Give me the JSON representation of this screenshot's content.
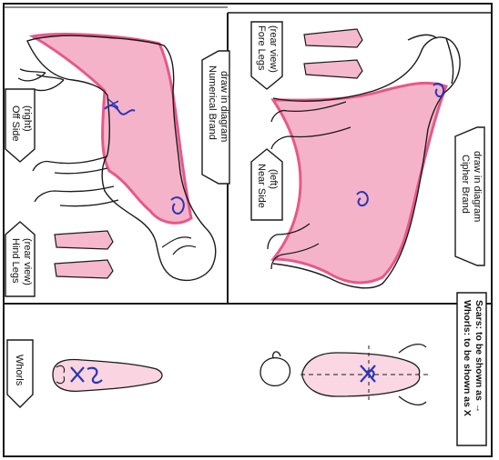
{
  "labels": {
    "fore_legs": [
      "Fore Legs",
      "(rear view)"
    ],
    "near_side": [
      "Near Side",
      "(left)"
    ],
    "cipher_brand": [
      "Cipher Brand",
      "draw in diagram"
    ],
    "numerical_brand": [
      "Numerical Brand",
      "draw in diagram"
    ],
    "off_side": [
      "Off Side",
      "(right)"
    ],
    "hind_legs": [
      "Hind Legs",
      "(rear view)"
    ],
    "whorls_box": "Whorls",
    "legend": [
      "Whorls: to be shown as X",
      "Scars: to be shown as →"
    ]
  },
  "colors": {
    "marking": "#e8578a",
    "ink": "#2a35b8",
    "line": "#1a1a1a"
  }
}
